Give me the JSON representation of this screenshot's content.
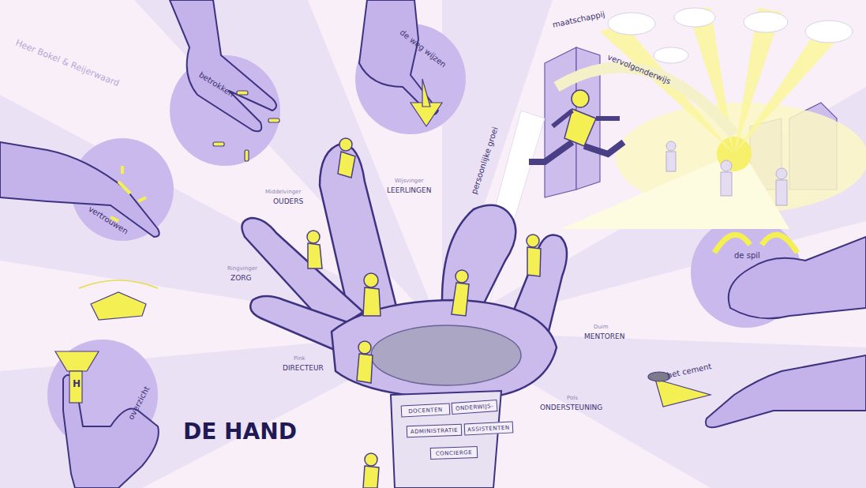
{
  "diagram": {
    "title": "DE HAND",
    "nodes": [
      {
        "text": [
          "DOCENTEN"
        ]
      },
      {
        "text": [
          "ONDERWIJS-"
        ]
      },
      {
        "text": [
          "ADMINISTRATIE"
        ]
      },
      {
        "text": [
          "ASSISTENTEN"
        ]
      },
      {
        "text": [
          "CONCIERGE"
        ]
      }
    ],
    "labels": [
      "Heer Bokel & Reijerwaard",
      "betrokken",
      "de weg wijzen",
      "maatschappij",
      "vervolgonderwijs",
      "persoonlijke groei",
      "Middelvinger",
      "OUDERS",
      "Wijsvinger",
      "LEERLINGEN",
      "Ringvinger",
      "ZORG",
      "Pink",
      "DIRECTEUR",
      "Duim",
      "MENTOREN",
      "Pols",
      "ONDERSTEUNING",
      "vertrouwen",
      "overzicht",
      "de spil",
      "het cement",
      "H"
    ]
  }
}
